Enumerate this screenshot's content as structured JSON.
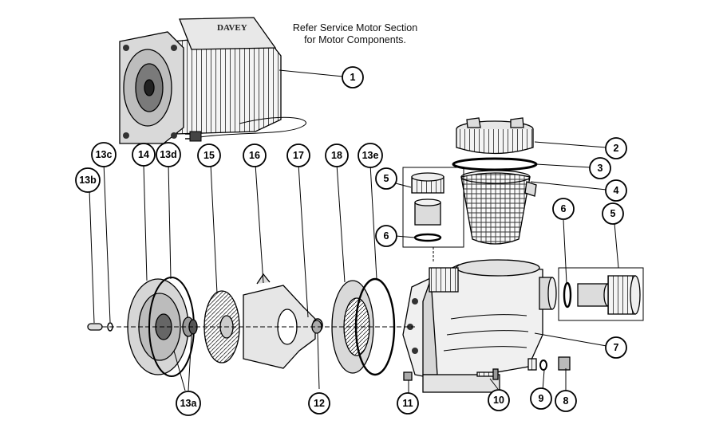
{
  "note": {
    "line1": "Refer Service Motor Section",
    "line2": "for Motor Components."
  },
  "brand_label": "DAVEY",
  "callouts": {
    "c1": "1",
    "c2": "2",
    "c3": "3",
    "c4": "4",
    "c5a": "5",
    "c5b": "5",
    "c6a": "6",
    "c6b": "6",
    "c7": "7",
    "c8": "8",
    "c9": "9",
    "c10": "10",
    "c11": "11",
    "c12": "12",
    "c13a": "13a",
    "c13b": "13b",
    "c13c": "13c",
    "c13d": "13d",
    "c13e": "13e",
    "c14": "14",
    "c15": "15",
    "c16": "16",
    "c17": "17",
    "c18": "18"
  }
}
